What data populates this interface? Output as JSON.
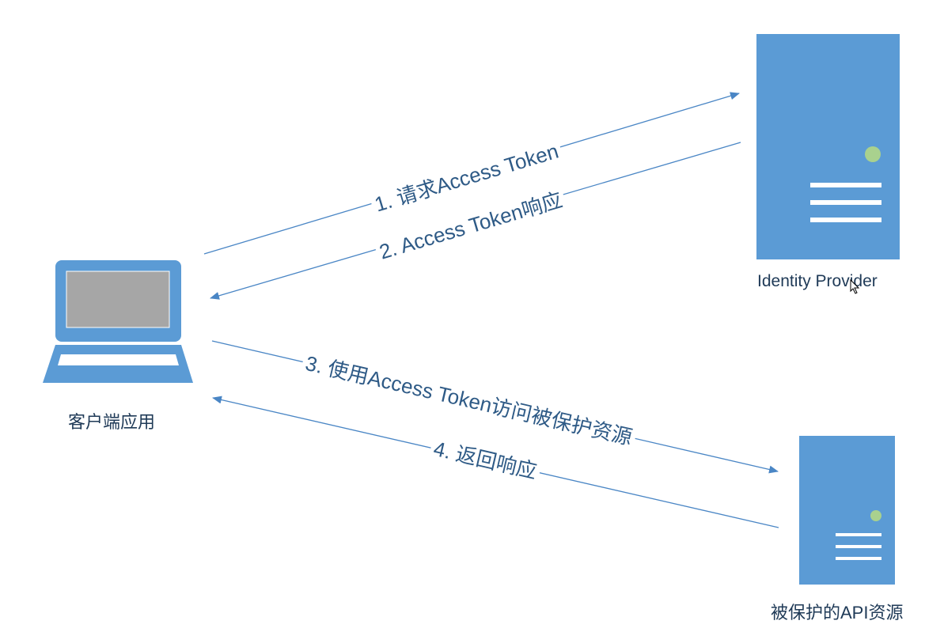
{
  "colors": {
    "node_fill": "#5b9bd5",
    "screen_fill": "#a6a6a6",
    "led": "#a9d18e",
    "arrow": "#4a86c5",
    "label_text": "#2e5a86"
  },
  "nodes": {
    "client": {
      "label": "客户端应用",
      "icon": "laptop-icon"
    },
    "identity_provider": {
      "label": "Identity Provider",
      "icon": "server-icon"
    },
    "api_resource": {
      "label": "被保护的API资源",
      "icon": "server-icon"
    }
  },
  "edges": [
    {
      "label": "1. 请求Access Token",
      "from": "client",
      "to": "identity_provider"
    },
    {
      "label": "2. Access Token响应",
      "from": "identity_provider",
      "to": "client"
    },
    {
      "label": "3. 使用Access Token访问被保护资源",
      "from": "client",
      "to": "api_resource"
    },
    {
      "label": "4. 返回响应",
      "from": "api_resource",
      "to": "client"
    }
  ]
}
